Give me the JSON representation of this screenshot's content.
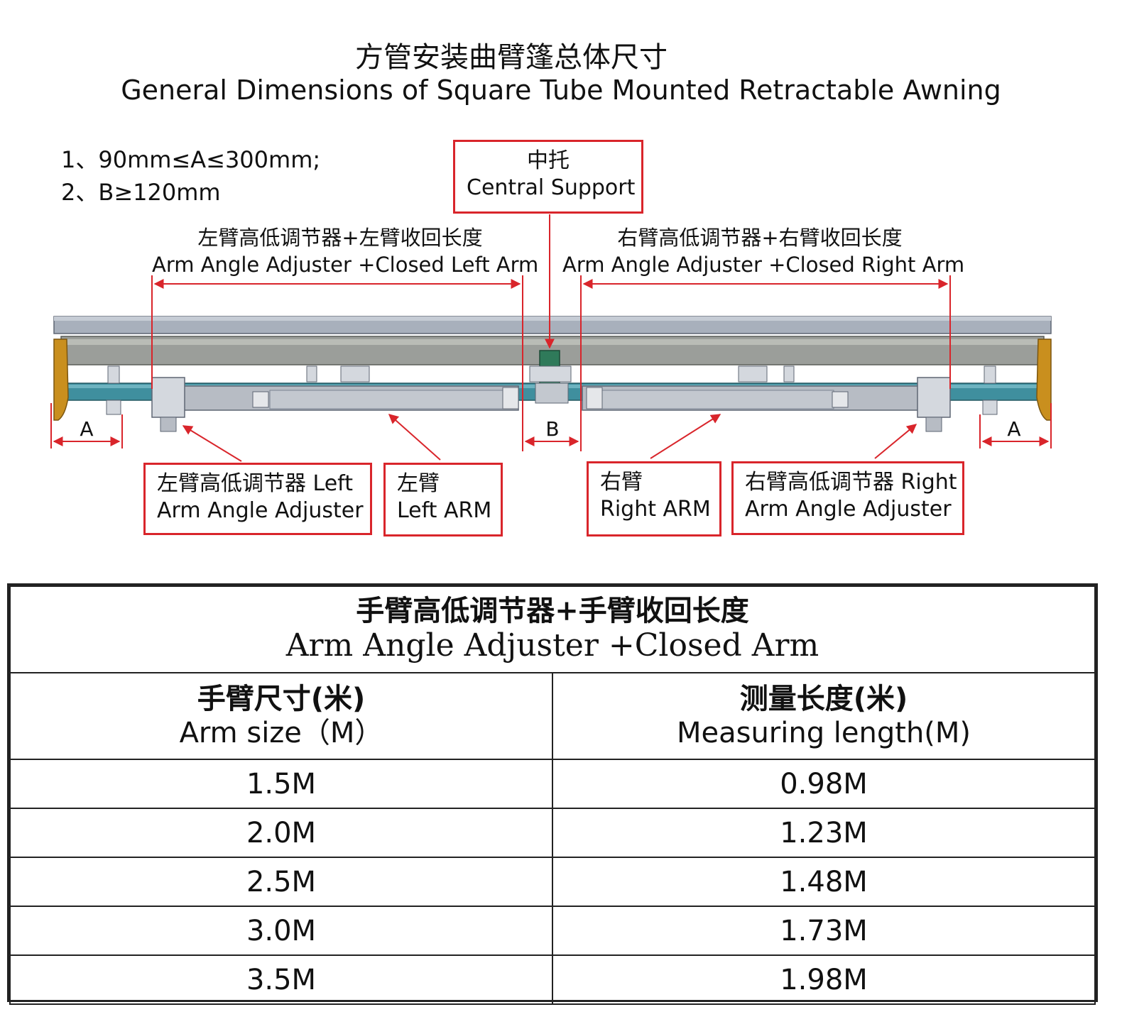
{
  "title": {
    "cn": "方管安装曲臂篷总体尺寸",
    "en": "General Dimensions of Square Tube Mounted Retractable Awning"
  },
  "notes": [
    "1、90mm≤A≤300mm;",
    "2、B≥120mm"
  ],
  "central_support": {
    "cn": "中托",
    "en": "Central Support"
  },
  "left_span": {
    "cn": "左臂高低调节器+左臂收回长度",
    "en": "Arm Angle Adjuster +Closed Left Arm"
  },
  "right_span": {
    "cn": "右臂高低调节器+右臂收回长度",
    "en": "Arm Angle Adjuster +Closed Right Arm"
  },
  "dims": {
    "a_left": "A",
    "b": "B",
    "a_right": "A"
  },
  "callouts": {
    "left_adjuster": {
      "line1": "左臂高低调节器 Left",
      "line2": "Arm Angle Adjuster"
    },
    "left_arm": {
      "line1": "左臂",
      "line2": "Left ARM"
    },
    "right_arm": {
      "line1": "右臂",
      "line2": "Right ARM"
    },
    "right_adjuster": {
      "line1": "右臂高低调节器 Right",
      "line2": "Arm Angle Adjuster"
    }
  },
  "colors": {
    "annotation_red": "#d9252b",
    "frame_gray": "#a8b0bc",
    "tube_gray": "#9b9e9a",
    "bracket_teal": "#3f8f9e",
    "end_cap_gold": "#c98f1e",
    "support_green": "#2f7a5a"
  },
  "table": {
    "header": {
      "cn": "手臂高低调节器+手臂收回长度",
      "en": "Arm Angle Adjuster +Closed Arm"
    },
    "columns": [
      {
        "cn": "手臂尺寸(米)",
        "en": "Arm size（M）"
      },
      {
        "cn": "测量长度(米)",
        "en": "Measuring length(M)"
      }
    ],
    "rows": [
      [
        "1.5M",
        "0.98M"
      ],
      [
        "2.0M",
        "1.23M"
      ],
      [
        "2.5M",
        "1.48M"
      ],
      [
        "3.0M",
        "1.73M"
      ],
      [
        "3.5M",
        "1.98M"
      ]
    ]
  }
}
